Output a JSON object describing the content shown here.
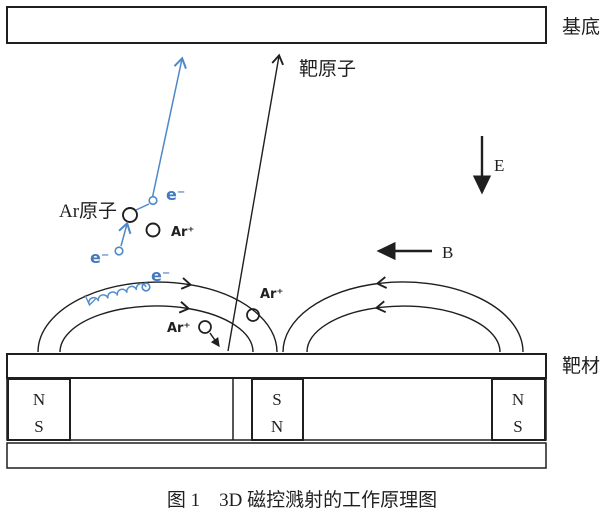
{
  "diagram": {
    "substrate_label": "基底",
    "target_label": "靶材",
    "target_atom_label": "靶原子",
    "ar_atom_label": "Ar原子",
    "e_field_label": "E",
    "b_field_label": "B",
    "electron_label": "e⁻",
    "argon_ion_label": "Ar⁺",
    "magnets": {
      "left_top": "N",
      "left_bottom": "S",
      "middle_top": "S",
      "middle_bottom": "N",
      "right_top": "N",
      "right_bottom": "S"
    },
    "colors": {
      "line_black": "#1f1f1f",
      "electron_blue": "#4d88c9"
    }
  },
  "caption": {
    "text": "图 1　3D 磁控溅射的工作原理图"
  }
}
